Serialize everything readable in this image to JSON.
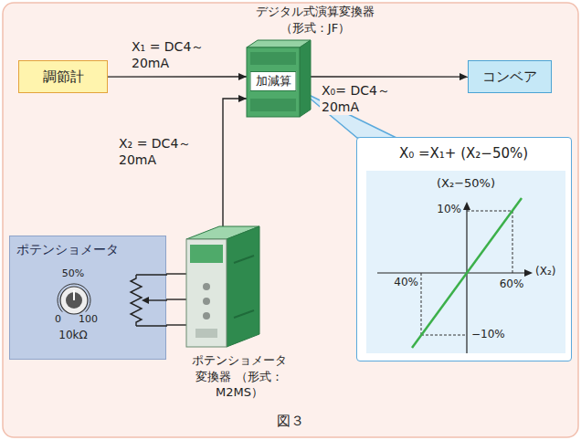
{
  "diagram": {
    "caption": "図３",
    "nodes": [
      {
        "text": [
          "調節計"
        ]
      },
      {
        "text": [
          "デジタル式演算変換器 （形式：JF）",
          "加減算"
        ]
      },
      {
        "text": [
          "コンベア"
        ]
      },
      {
        "text": [
          "X₀ =X₁+ (X₂−50%)"
        ]
      },
      {
        "text": [
          "ポテンショメータ"
        ]
      },
      {
        "text": [
          "ポテンショメータ 変換器 （形式：M2MS）"
        ]
      }
    ],
    "edges": [
      {
        "from": 0,
        "to": 1,
        "arrow": "to",
        "label": "X₁ = DC4～20mA"
      },
      {
        "from": 1,
        "to": 2,
        "arrow": "to",
        "label": "X₀= DC4～20mA"
      },
      {
        "from": 5,
        "to": 1,
        "arrow": "to",
        "label": "X₂ = DC4～20mA"
      },
      {
        "from": 1,
        "to": 3,
        "arrow": "none"
      },
      {
        "from": 4,
        "to": 5,
        "arrow": "none"
      },
      {
        "from": 4,
        "to": 5,
        "arrow": "none"
      },
      {
        "from": 4,
        "to": 5,
        "arrow": "none"
      }
    ],
    "labels": [
      "(X₂−50%)",
      "10%",
      "40%",
      "60%",
      "(X₂)",
      "−10%",
      "50%",
      "0",
      "100",
      "10kΩ"
    ]
  }
}
